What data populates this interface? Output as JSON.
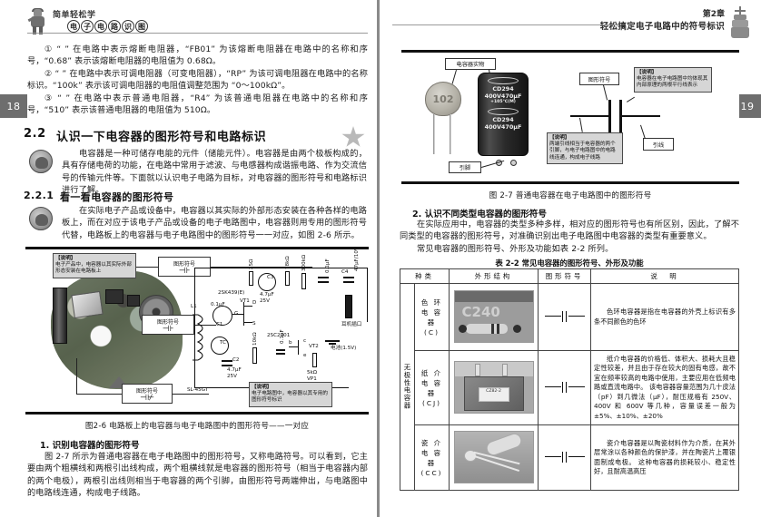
{
  "spread": {
    "left_page_number": "18",
    "right_page_number": "19"
  },
  "left_page": {
    "brand": {
      "line1": "简单轻松学",
      "bubbles": [
        "电",
        "子",
        "电",
        "路",
        "识",
        "图"
      ]
    },
    "paragraphs": [
      "① “ ” 在电路中表示熔断电阻器，“FB01” 为该熔断电阻器在电路中的名称和序号，“0.68” 表示该熔断电阻器的电阻值为 0.68Ω。",
      "② “ ” 在电路中表示可调电阻器（可变电阻器），“RP” 为该可调电阻器在电路中的名称标识。“100k” 表示该可调电阻器的电阻值调整范围为 “0～100kΩ”。",
      "③ “ ” 在电路中表示普通电阻器，“R4” 为该普通电阻器在电路中的名称和序号，“510” 表示该普通电阻器的电阻值为 510Ω。"
    ],
    "section_heading": {
      "number": "2.2",
      "title": "认识一下电容器的图形符号和电路标识"
    },
    "section_intro": "电容器是一种可储存电能的元件（储能元件）。电容器是由两个极板构成的，具有存储电荷的功能，在电路中常用于滤波、与电感器构成谐振电路、作为交流信号的传输元件等。下面就以认识电子电路为目标，对电容器的图形符号和电路标识进行了解。",
    "subsection_heading": {
      "number": "2.2.1",
      "title": "看一看电容器的图形符号"
    },
    "subsection_intro": "在实际电子产品或设备中，电容器以其实际的外部形态安装在各种各样的电路板上，而在对应于该电子产品或设备的电子电路图中，电容器则用专用的图形符号代替，电路板上的电容器与电子电路图中的图形符号一一对应，如图 2-6 所示。",
    "figure": {
      "caption": "图2-6   电路板上的电容器与电子电路图中的图形符号——一对应",
      "callout_top": {
        "title": "【说明】",
        "body": "电子产品中，电容器以其实际外部形态安装在电路板上"
      },
      "callout_bottom": {
        "title": "【说明】",
        "body": "电子电路图中，电容器以其专用的图形符号标识"
      },
      "symbol_labels": [
        "图形符号",
        "图形符号",
        "图形符号"
      ],
      "schematic_labels": [
        "L1",
        "0.1μF",
        "C1",
        "TC",
        "SL-45GT",
        "C2",
        "4.7μF",
        "25V",
        "2SK439(E)",
        "VT1",
        "G",
        "D",
        "S",
        "25Ω",
        "C3",
        "4.7μF",
        "25V",
        "78kΩ",
        "300kΩ",
        "10kΩ",
        "0.1μF",
        "2SC2001",
        "VT2",
        "b",
        "c",
        "e",
        "0.1μF",
        "C4",
        "47μF/10V",
        "耳机插口",
        "电池(1.5V)",
        "5kΩ",
        "VP1"
      ]
    },
    "item_heading": "1. 识别电容器的图形符号",
    "item_body": "图 2-7 所示为普通电容器在电子电路图中的图形符号，又称电路符号。可以看到，它主要由两个粗横线和两根引出线构成，两个粗横线就是电容器的图形符号（相当于电容器内部的两个电极），两根引出线则相当于电容器的两个引脚，由图形符号两端伸出，与电路图中的电路线连通，构成电子线路。"
  },
  "right_page": {
    "running_head": {
      "chapter": "第2章",
      "subtitle": "轻松搞定电子电路中的符号标识"
    },
    "figure": {
      "caption": "图 2-7   普通电容器在电子电路图中的图形符号",
      "label_physical": "电容器实物",
      "label_pin": "引脚",
      "label_symbol": "图形符号",
      "label_lead": "引线",
      "callout_right": {
        "title": "【说明】",
        "body": "电容器在电子电路图中均体现其内部原理的两根平行线表示"
      },
      "callout_left": {
        "title": "【说明】",
        "body": "两端引线相当于电容器的两个引脚，与电子电路图中的电路线连通，构成电子线路"
      },
      "photo_disc_text": "102",
      "photo_elec_lines": [
        "CD294",
        "400V470μF",
        "+105℃(M)",
        "CD294",
        "400V470μF"
      ]
    },
    "item_heading": "2. 认识不同类型电容器的图形符号",
    "item_body1": "在实际应用中，电容器的类型多种多样，相对应的图形符号也有所区别，因此，了解不同类型的电容器的图形符号，对准确识别出电子电路图中电容器的类型有重要意义。",
    "item_body2": "常见电容器的图形符号、外形及功能如表 2-2 所列。",
    "table": {
      "title": "表 2-2   常见电容器的图形符号、外形及功能",
      "headers": [
        "种类",
        "外形结构",
        "图形符号",
        "说　明"
      ],
      "category_label": "无极性电容器",
      "rows": [
        {
          "kind": "色 环\n电 容 器\n(C)",
          "photo_text": "C240",
          "symbol": "non-polar-capacitor-symbol",
          "desc": "色环电容器是指在电容器的外壳上标识有多条不同颜色的色环"
        },
        {
          "kind": "纸 介\n电 容 器\n(CJ)",
          "photo_text": "CZ82-2",
          "symbol": "non-polar-capacitor-symbol",
          "desc": "纸介电容器的价格低、体积大、损耗大且稳定性较差，并且由于存在较大的固有电感，故不宜在频率较高的电路中使用，主要应用在低频电路或直流电路中。\n该电容器容量范围为几十皮法（pF）到几微法（μF），耐压规格有 250V、400V 和 600V 等几种，容量误差一般为 ±5%、±10%、±20%"
        },
        {
          "kind": "瓷 介\n电 容 器\n(CC)",
          "photo_text": "",
          "symbol": "non-polar-capacitor-symbol",
          "desc": "瓷介电容器是以陶瓷材料作为介质，在其外层常涂以各种颜色的保护漆，并在陶瓷片上覆银面制成电极。\n这种电容器的损耗较小、稳定性好，且耐高温高压"
        }
      ]
    }
  }
}
